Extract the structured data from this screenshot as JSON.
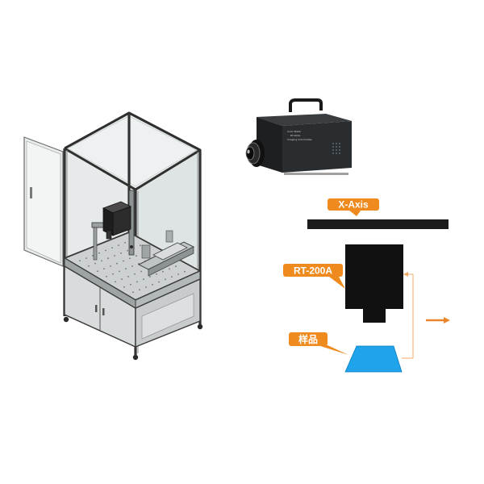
{
  "labels": {
    "x_axis": "X-Axis",
    "instrument": "RT-200A",
    "sample": "样品"
  },
  "camera_panel_text": [
    "Color Meter",
    "RT-200A",
    "Imaging Colorimeter"
  ],
  "colors": {
    "callout": "#ef8a1e",
    "callout_dark": "#c96a10",
    "sample": "#1fa3ea",
    "instrument_body": "#111111",
    "rail": "#1c1c1c",
    "frame": "#3a3a3a",
    "glass": "#e4e8e8",
    "arrow": "#e8852a"
  }
}
